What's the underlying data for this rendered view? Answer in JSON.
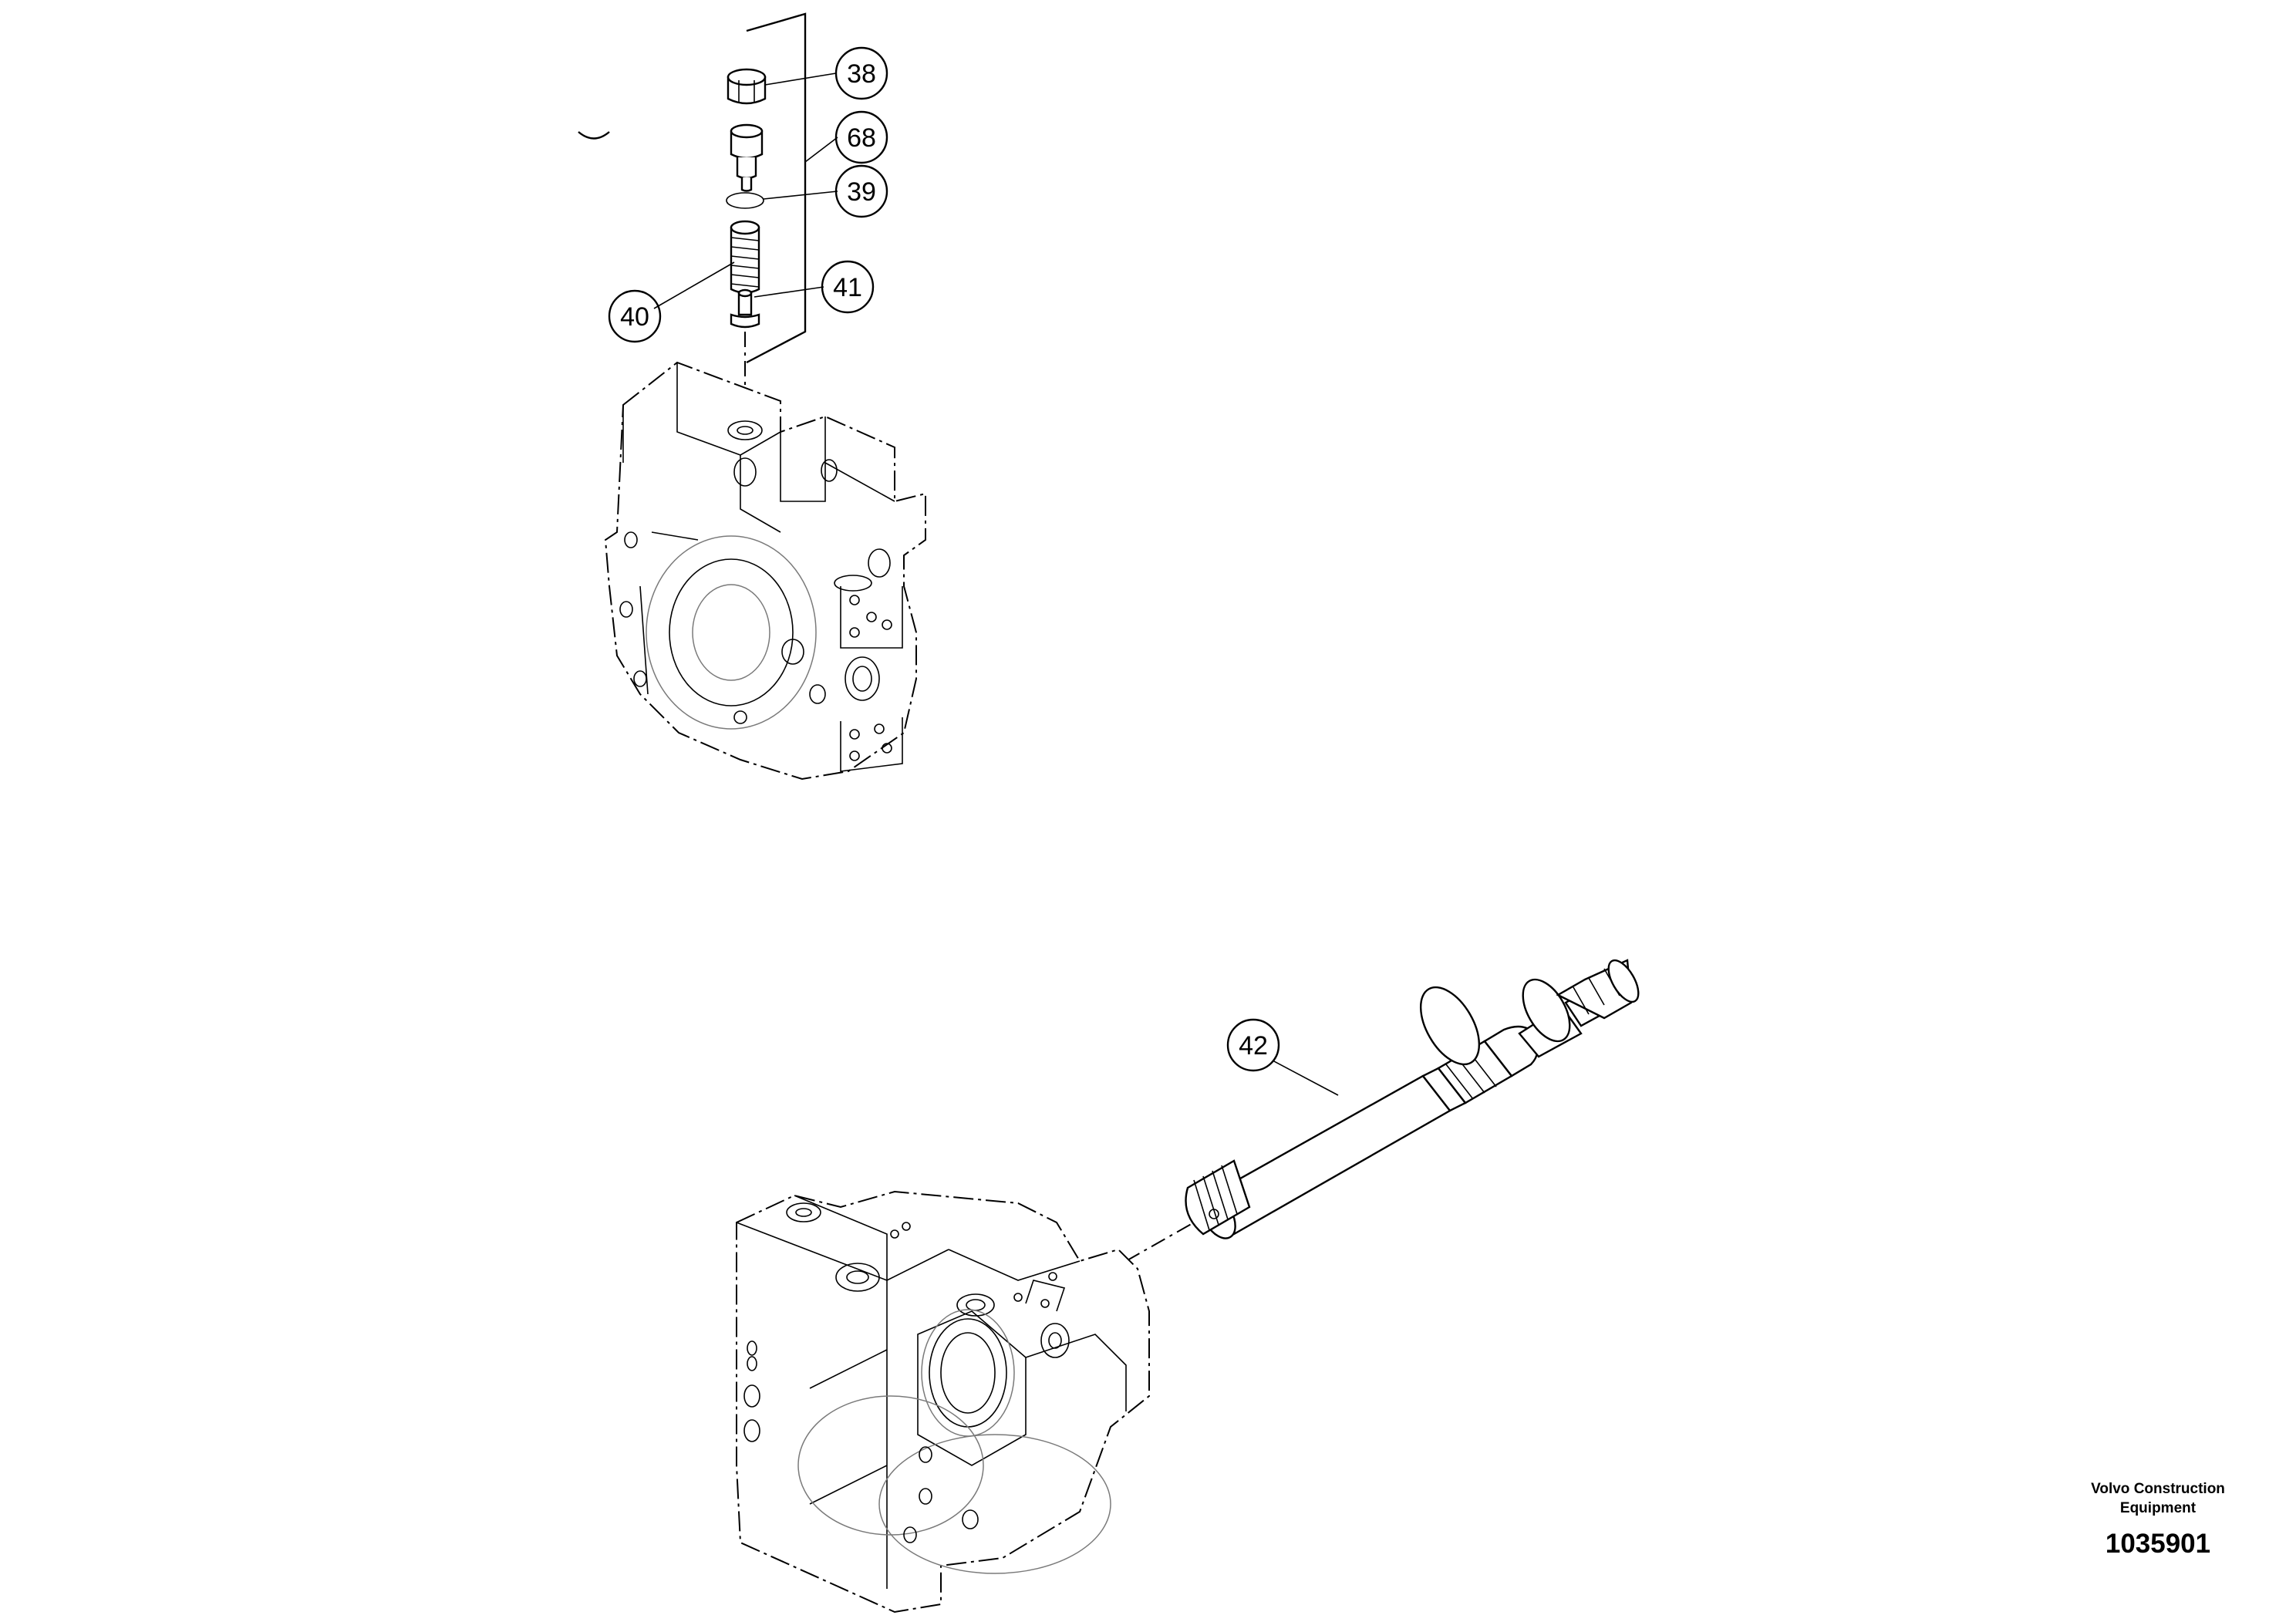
{
  "callouts": [
    {
      "id": "c38",
      "label": "38"
    },
    {
      "id": "c68",
      "label": "68"
    },
    {
      "id": "c39",
      "label": "39"
    },
    {
      "id": "c41",
      "label": "41"
    },
    {
      "id": "c40",
      "label": "40"
    },
    {
      "id": "c42",
      "label": "42"
    }
  ],
  "caption": {
    "company_line1": "Volvo Construction",
    "company_line2": "Equipment",
    "drawing_number": "1035901"
  }
}
